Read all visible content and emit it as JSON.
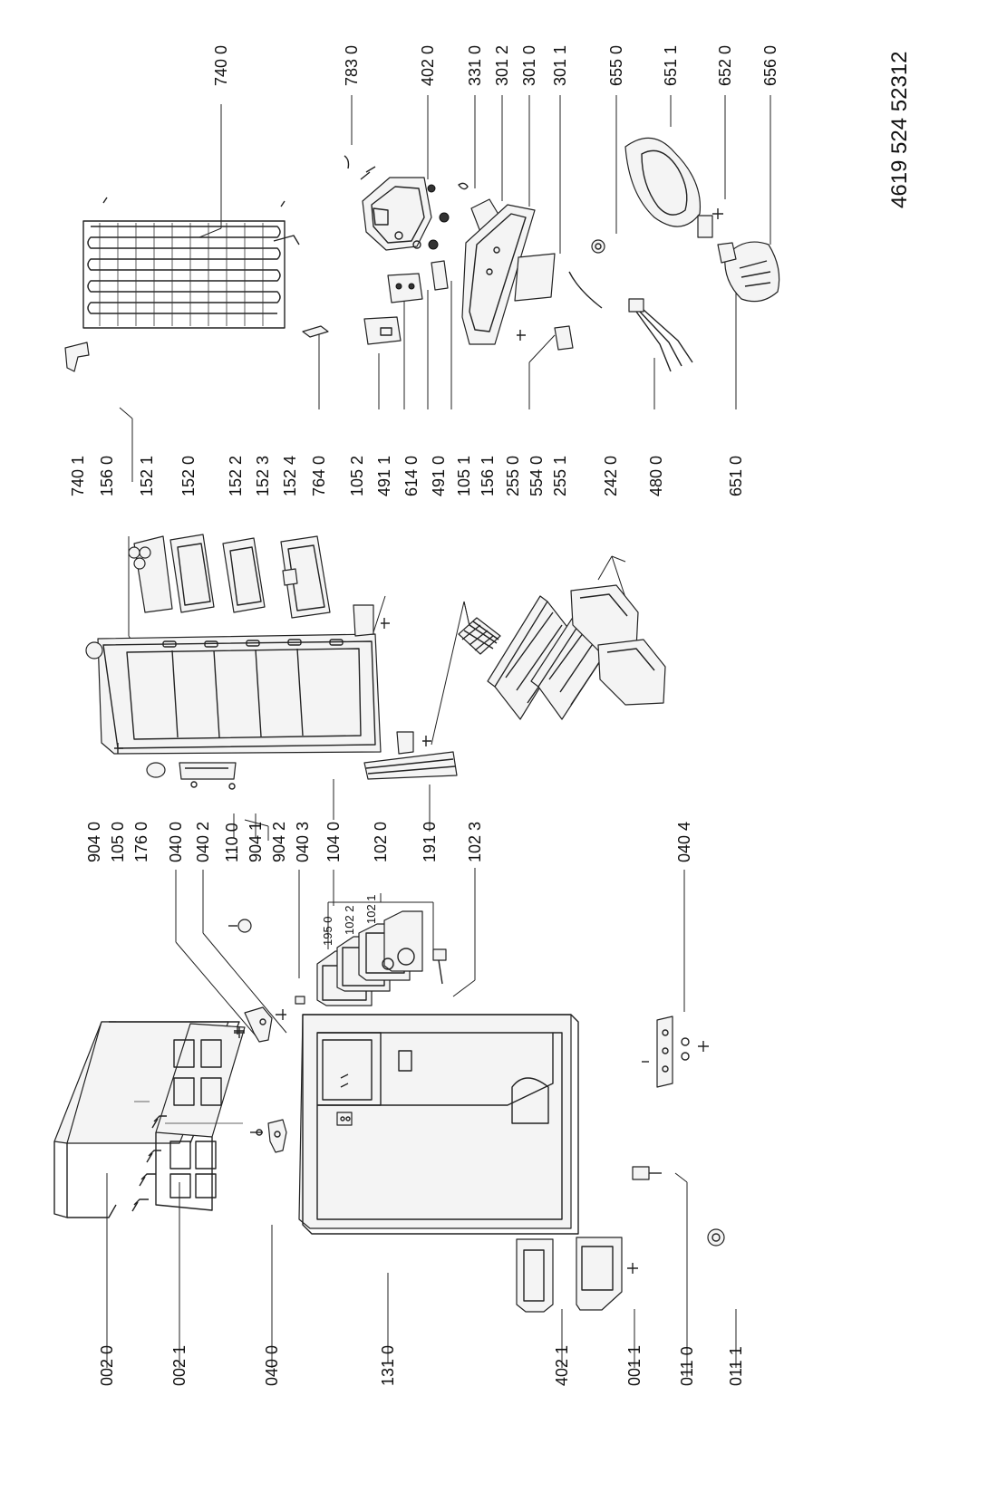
{
  "document_number": "4619 524 52312",
  "labels": {
    "l0020": "002 0",
    "l0021": "002 1",
    "l0400b": "040 0",
    "l1310": "131 0",
    "l4021": "402 1",
    "l0011": "001 1",
    "l0110": "011 0",
    "l0111": "011 1",
    "l9040": "904 0",
    "l1050": "105 0",
    "l1760": "176 0",
    "l0400a": "040 0",
    "l0402": "040 2",
    "l1100": "110 0",
    "l9041": "904 1",
    "l9042": "904 2",
    "l0403": "040 3",
    "l1040": "104 0",
    "l1020": "102 0",
    "l1910": "191 0",
    "l1023": "102 3",
    "l0404": "040 4",
    "l1950": "195 0",
    "l1022": "102 2",
    "l1021": "102 1",
    "l7401": "740 1",
    "l1560": "156 0",
    "l1521": "152 1",
    "l1520": "152 0",
    "l1522": "152 2",
    "l1523": "152 3",
    "l1524": "152 4",
    "l7640": "764 0",
    "l1052": "105 2",
    "l4911": "491 1",
    "l6140": "614 0",
    "l4910": "491 0",
    "l1051": "105 1",
    "l1561": "156 1",
    "l2550": "255 0",
    "l5540": "554 0",
    "l2551": "255 1",
    "l2420": "242 0",
    "l4800": "480 0",
    "l6510": "651 0",
    "l7400": "740 0",
    "l7830": "783 0",
    "l4020": "402 0",
    "l3310": "331 0",
    "l3012": "301 2",
    "l3010": "301 0",
    "l3011": "301 1",
    "l6550": "655 0",
    "l6511": "651 1",
    "l6520": "652 0",
    "l6560": "656 0"
  }
}
